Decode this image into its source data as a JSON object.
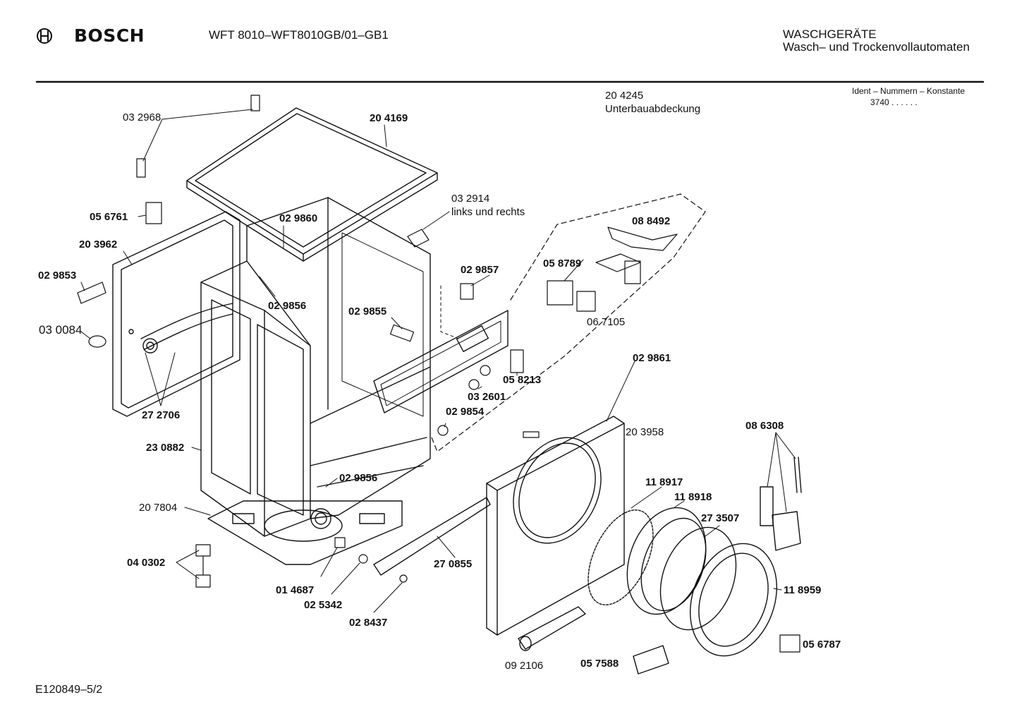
{
  "header": {
    "brand": "BOSCH",
    "model": "WFT 8010–WFT8010GB/01–GB1",
    "category_line1": "WASCHGERÄTE",
    "category_line2": "Wasch– und Trockenvollautomaten"
  },
  "ident": {
    "label": "Ident – Nummern – Konstante",
    "value": "3740 . . . . . ."
  },
  "notes": {
    "cover_number": "20 4245",
    "cover_name": "Unterbauabdeckung",
    "bracket_number": "03 2914",
    "bracket_note": "links und rechts"
  },
  "parts": {
    "p032968": "03 2968",
    "p204169": "20 4169",
    "p056761": "05 6761",
    "p029860": "02 9860",
    "p203962": "20 3962",
    "p029853": "02 9853",
    "p029856a": "02 9856",
    "p029857": "02 9857",
    "p029855": "02 9855",
    "p088492": "08 8492",
    "p058789": "05 8789",
    "p067105": "06 7105",
    "p030084": "03 0084",
    "p272706": "27 2706",
    "p058213": "05 8213",
    "p032601": "03 2601",
    "p029861": "02 9861",
    "p029854": "02 9854",
    "p230882": "23 0882",
    "p203958": "20 3958",
    "p086308": "08 6308",
    "p029856b": "02 9856",
    "p207804": "20 7804",
    "p118917": "11 8917",
    "p118918": "11 8918",
    "p273507": "27 3507",
    "p040302": "04 0302",
    "p270855": "27 0855",
    "p014687": "01 4687",
    "p118959": "11 8959",
    "p025342": "02 5342",
    "p028437": "02 8437",
    "p056787": "05 6787",
    "p092106": "09 2106",
    "p057588": "05 7588"
  },
  "footer": {
    "sheet_id": "E120849–5/2"
  }
}
